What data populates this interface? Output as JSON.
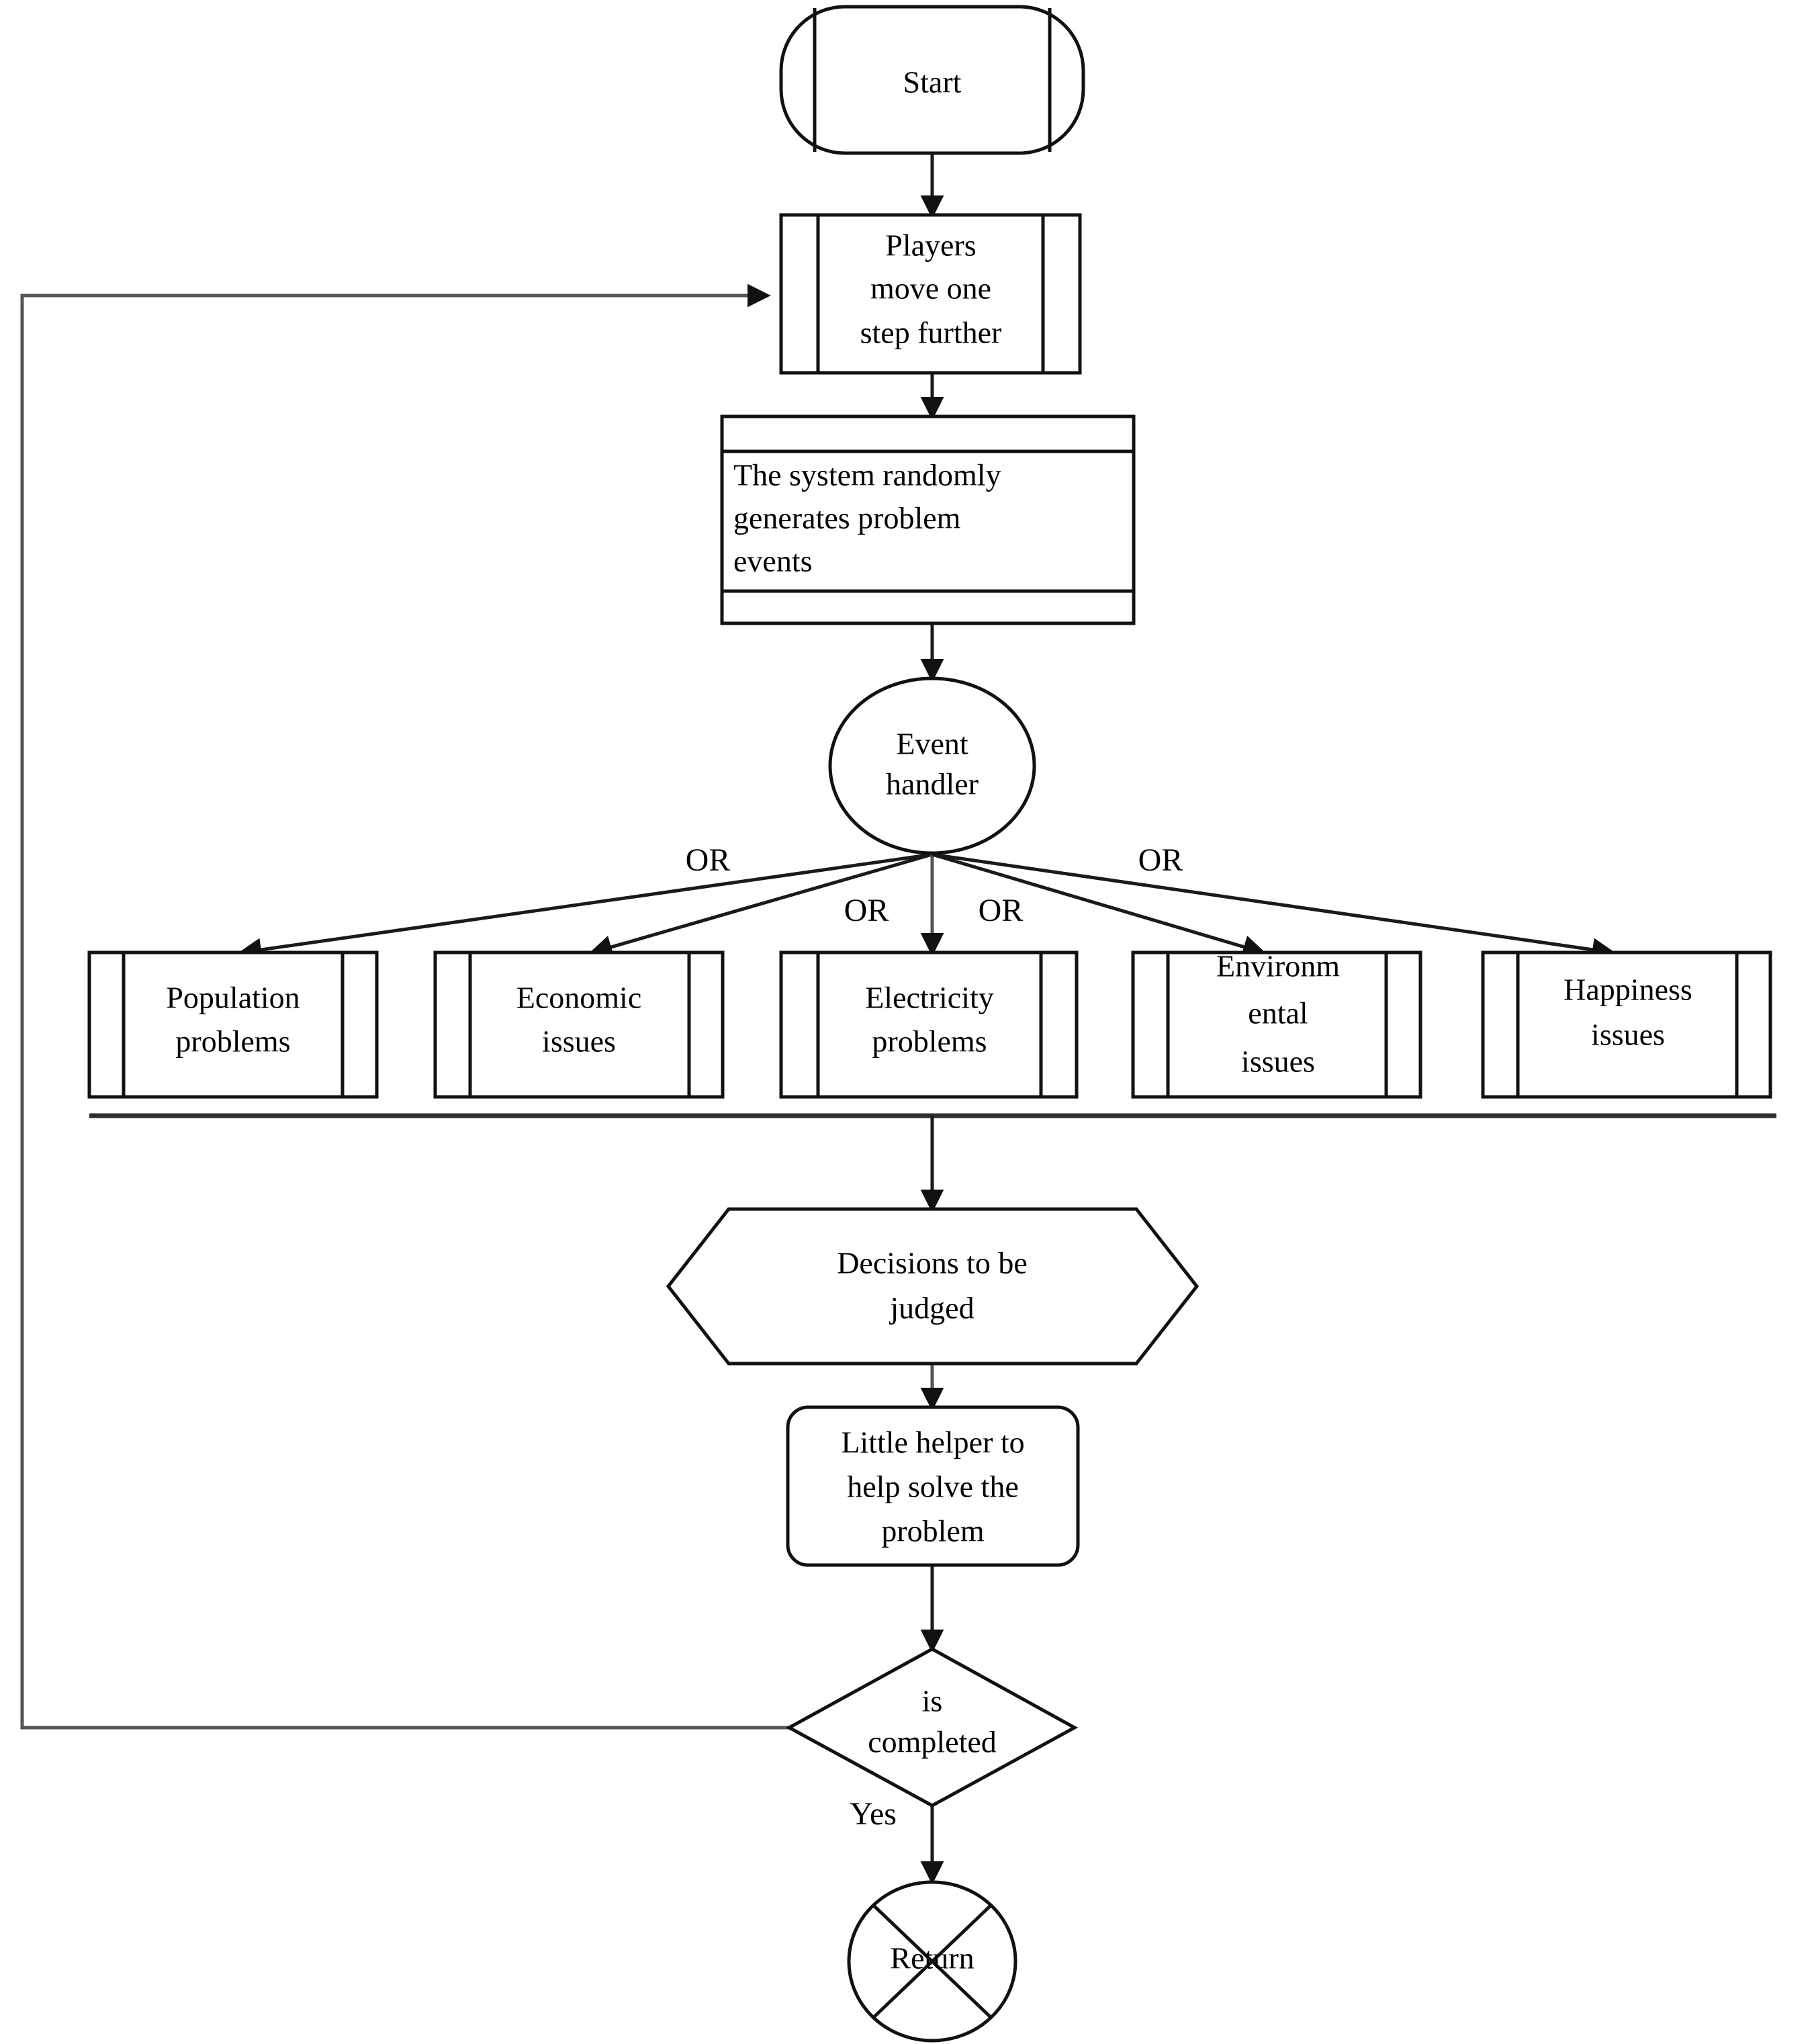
{
  "diagram": {
    "type": "flowchart",
    "title": "Game event handling flowchart",
    "nodes": [
      {
        "id": "start",
        "shape": "terminator-bars",
        "lines": [
          "Start"
        ]
      },
      {
        "id": "players",
        "shape": "predefined-process",
        "lines": [
          "Players",
          "move one",
          "step further"
        ]
      },
      {
        "id": "generate",
        "shape": "process-banded",
        "lines": [
          "The system randomly",
          "generates problem",
          "events"
        ]
      },
      {
        "id": "handler",
        "shape": "ellipse",
        "lines": [
          "Event",
          "handler"
        ]
      },
      {
        "id": "population",
        "shape": "predefined-process",
        "lines": [
          "Population",
          "problems"
        ]
      },
      {
        "id": "economic",
        "shape": "predefined-process",
        "lines": [
          "Economic",
          "issues"
        ]
      },
      {
        "id": "electricity",
        "shape": "predefined-process",
        "lines": [
          "Electricity",
          "problems"
        ]
      },
      {
        "id": "environmental",
        "shape": "predefined-process",
        "lines": [
          "Environm",
          "ental",
          "issues"
        ]
      },
      {
        "id": "happiness",
        "shape": "predefined-process",
        "lines": [
          "Happiness",
          "issues"
        ]
      },
      {
        "id": "decisions",
        "shape": "hexagon",
        "lines": [
          "Decisions to be",
          "judged"
        ]
      },
      {
        "id": "helper",
        "shape": "rounded-rect",
        "lines": [
          "Little helper to",
          "help solve the",
          "problem"
        ]
      },
      {
        "id": "completed",
        "shape": "diamond",
        "lines": [
          "is",
          "completed"
        ]
      },
      {
        "id": "return",
        "shape": "circle-cross",
        "lines": [
          "Return"
        ]
      }
    ],
    "edge_labels": {
      "or_far_left": "OR",
      "or_mid_left": "OR",
      "or_mid_right": "OR",
      "or_far_right": "OR",
      "yes": "Yes"
    },
    "colors": {
      "background": "#ffffff",
      "stroke": "#111111",
      "stroke_soft": "#555555",
      "text": "#000000"
    }
  }
}
